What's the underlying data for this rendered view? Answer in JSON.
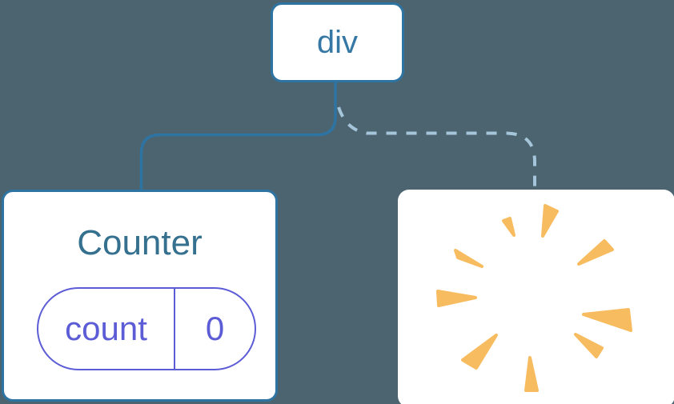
{
  "diagram": {
    "description": "Component tree: root div keeps Counter with state, second child removed (poof)",
    "nodes": {
      "root": {
        "label": "div"
      },
      "counter": {
        "title": "Counter",
        "state": {
          "key": "count",
          "value": "0"
        }
      },
      "removed": {
        "icon": "poof-explosion-icon"
      }
    },
    "links": [
      {
        "type": "solid",
        "from": "div",
        "to": "Counter"
      },
      {
        "type": "dashed",
        "from": "div",
        "to": "removed"
      }
    ],
    "colors": {
      "background": "#4C646F",
      "node_border": "#2E74A3",
      "root_label": "#3678A5",
      "counter_title": "#35708F",
      "solid_link": "#2E74A3",
      "dashed_link": "#A5C5DB",
      "state_pill": "#5C5CD6",
      "poof": "#F8BC60"
    }
  }
}
